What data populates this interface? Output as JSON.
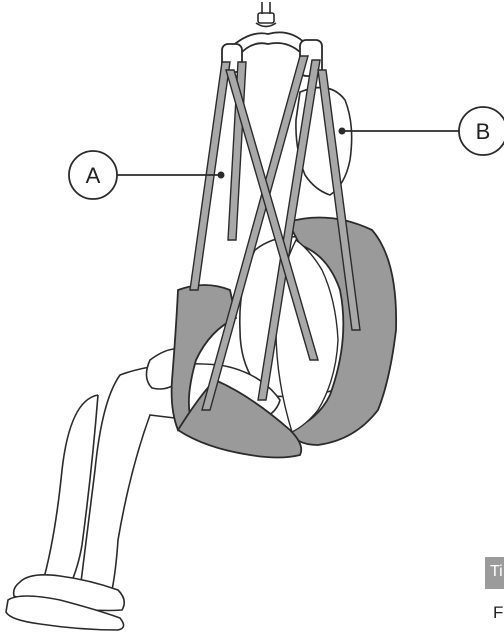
{
  "callouts": {
    "a": "A",
    "b": "B"
  },
  "page_tab": {
    "text": "Ti"
  },
  "edge_text": "F",
  "colors": {
    "sling_fabric": "#9a9a9a",
    "strap": "#a8a8a8",
    "line": "#2b2b2b",
    "tab_bg": "#9b9b9b"
  }
}
